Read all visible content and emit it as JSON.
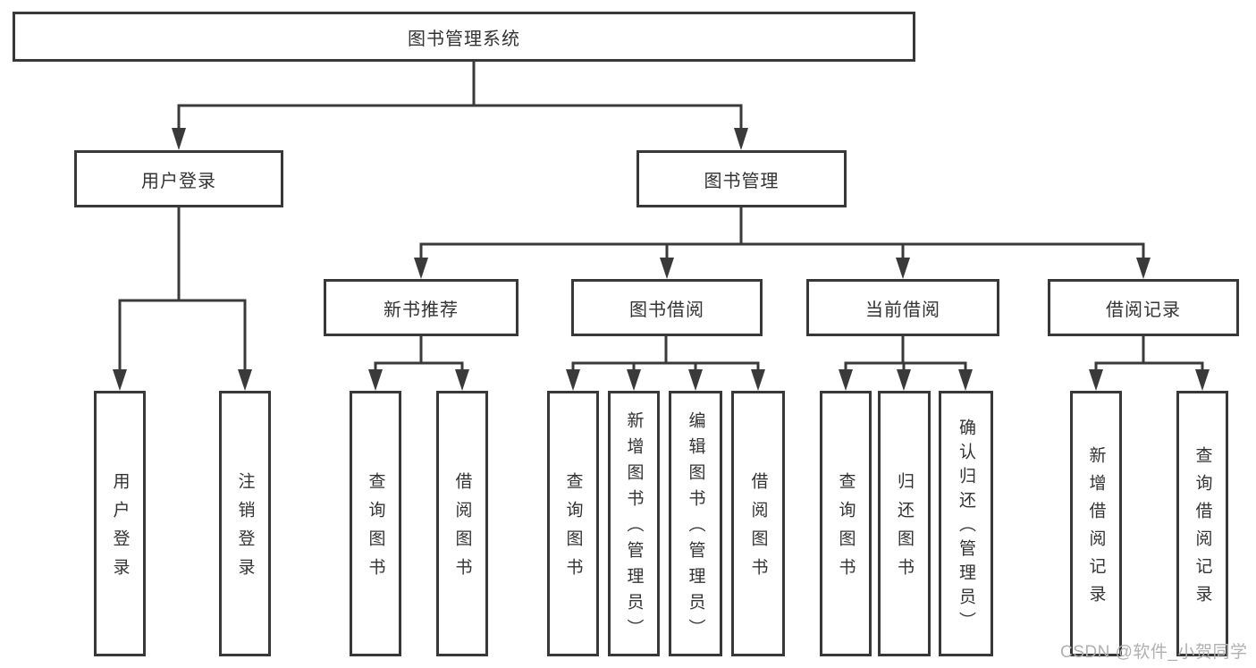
{
  "diagram": {
    "type": "hierarchy-tree",
    "root": {
      "label": "图书管理系统"
    },
    "branches": [
      {
        "label": "用户登录",
        "children": [
          {
            "label": "用户登录"
          },
          {
            "label": "注销登录"
          }
        ]
      },
      {
        "label": "图书管理",
        "children": [
          {
            "label": "新书推荐",
            "children": [
              {
                "label": "查询图书"
              },
              {
                "label": "借阅图书"
              }
            ]
          },
          {
            "label": "图书借阅",
            "children": [
              {
                "label": "查询图书"
              },
              {
                "label": "新增图书（管理员）"
              },
              {
                "label": "编辑图书（管理员）"
              },
              {
                "label": "借阅图书"
              }
            ]
          },
          {
            "label": "当前借阅",
            "children": [
              {
                "label": "查询图书"
              },
              {
                "label": "归还图书"
              },
              {
                "label": "确认归还（管理员）"
              }
            ]
          },
          {
            "label": "借阅记录",
            "children": [
              {
                "label": "新增借阅记录"
              },
              {
                "label": "查询借阅记录"
              }
            ]
          }
        ]
      }
    ]
  },
  "watermark": {
    "text": "CSDN @软件_小贺同学"
  },
  "colors": {
    "line": "#3a3a3a",
    "border": "#383838",
    "text": "#333333",
    "background": "#ffffff",
    "watermark": "#b0b0b0"
  }
}
